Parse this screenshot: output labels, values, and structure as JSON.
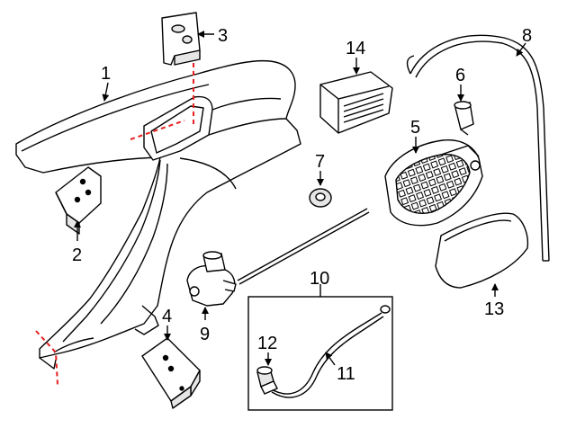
{
  "diagram": {
    "callouts": [
      {
        "id": "1",
        "label": "1"
      },
      {
        "id": "2",
        "label": "2"
      },
      {
        "id": "3",
        "label": "3"
      },
      {
        "id": "4",
        "label": "4"
      },
      {
        "id": "5",
        "label": "5"
      },
      {
        "id": "6",
        "label": "6"
      },
      {
        "id": "7",
        "label": "7"
      },
      {
        "id": "8",
        "label": "8"
      },
      {
        "id": "9",
        "label": "9"
      },
      {
        "id": "10",
        "label": "10"
      },
      {
        "id": "11",
        "label": "11"
      },
      {
        "id": "12",
        "label": "12"
      },
      {
        "id": "13",
        "label": "13"
      },
      {
        "id": "14",
        "label": "14"
      }
    ],
    "colors": {
      "line": "#000000",
      "part_fill": "#ffffff",
      "shade": "#e6e6e6",
      "cut_line": "#e8201e"
    }
  }
}
